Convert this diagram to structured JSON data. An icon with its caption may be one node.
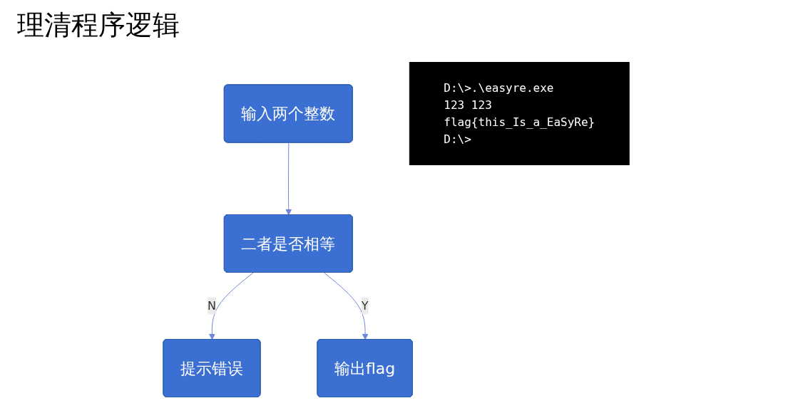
{
  "diagram": {
    "title": "理清程序逻辑",
    "nodes": [
      {
        "text": [
          "输入两个整数"
        ]
      },
      {
        "text": [
          "二者是否相等"
        ]
      },
      {
        "text": [
          "提示错误"
        ]
      },
      {
        "text": [
          "输出flag"
        ]
      },
      {
        "text": [
          "D:\\>.\\easyre.exe",
          "123 123",
          "flag{this_Is_a_EaSyRe}",
          "D:\\>"
        ]
      }
    ],
    "edges": [
      {
        "from": 0,
        "to": 1,
        "arrow": "to"
      },
      {
        "from": 1,
        "to": 2,
        "label": "N",
        "arrow": "to"
      },
      {
        "from": 1,
        "to": 3,
        "label": "Y",
        "arrow": "to"
      }
    ]
  }
}
